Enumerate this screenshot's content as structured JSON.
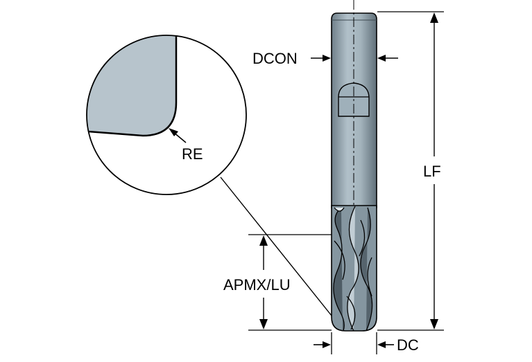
{
  "labels": {
    "dcon": "DCON",
    "re": "RE",
    "lf": "LF",
    "apmx_lu": "APMX/LU",
    "dc": "DC"
  },
  "colors": {
    "tool_fill": "#a9b8c1",
    "tool_dark": "#5c6b74",
    "detail_fill": "#b7c4cc",
    "line": "#000000",
    "background": "#ffffff"
  }
}
